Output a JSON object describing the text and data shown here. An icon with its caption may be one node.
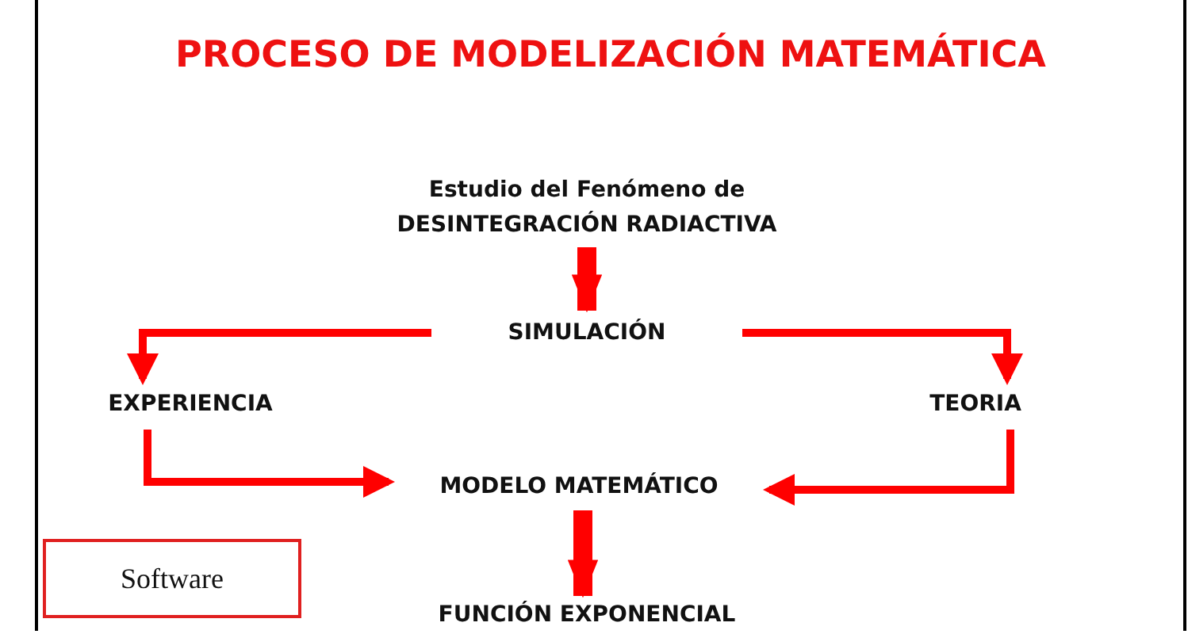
{
  "diagram": {
    "title": "PROCESO DE MODELIZACIÓN MATEMÁTICA",
    "nodes": [
      {
        "text": [
          "Estudio del Fenómeno de DESINTEGRACIÓN RADIACTIVA"
        ]
      },
      {
        "text": [
          "SIMULACIÓN"
        ]
      },
      {
        "text": [
          "EXPERIENCIA"
        ]
      },
      {
        "text": [
          "TEORIA"
        ]
      },
      {
        "text": [
          "MODELO MATEMÁTICO"
        ]
      },
      {
        "text": [
          "Software"
        ]
      },
      {
        "text": [
          "FUNCIÓN EXPONENCIAL"
        ]
      }
    ],
    "edges": [
      {
        "from": 0,
        "to": 1,
        "arrow": "to",
        "style": "thick"
      },
      {
        "from": 1,
        "to": 2,
        "arrow": "to"
      },
      {
        "from": 1,
        "to": 3,
        "arrow": "to"
      },
      {
        "from": 2,
        "to": 4,
        "arrow": "to"
      },
      {
        "from": 3,
        "to": 4,
        "arrow": "to"
      },
      {
        "from": 4,
        "to": 6,
        "arrow": "to",
        "style": "thick"
      }
    ]
  }
}
